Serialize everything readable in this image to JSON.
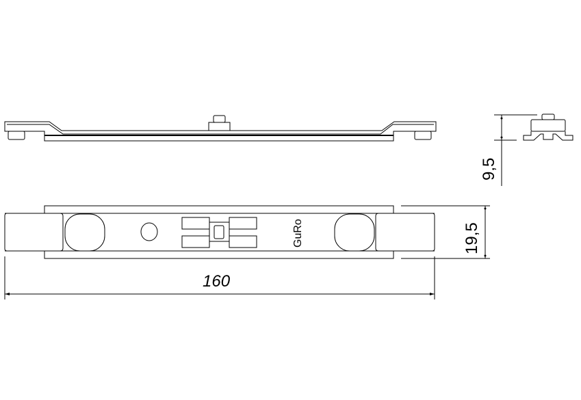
{
  "drawing": {
    "dimensions": {
      "length": "160",
      "width": "19,5",
      "height": "9,5"
    },
    "brand_label": "GuRo",
    "colors": {
      "line": "#000000",
      "background": "#ffffff"
    }
  }
}
